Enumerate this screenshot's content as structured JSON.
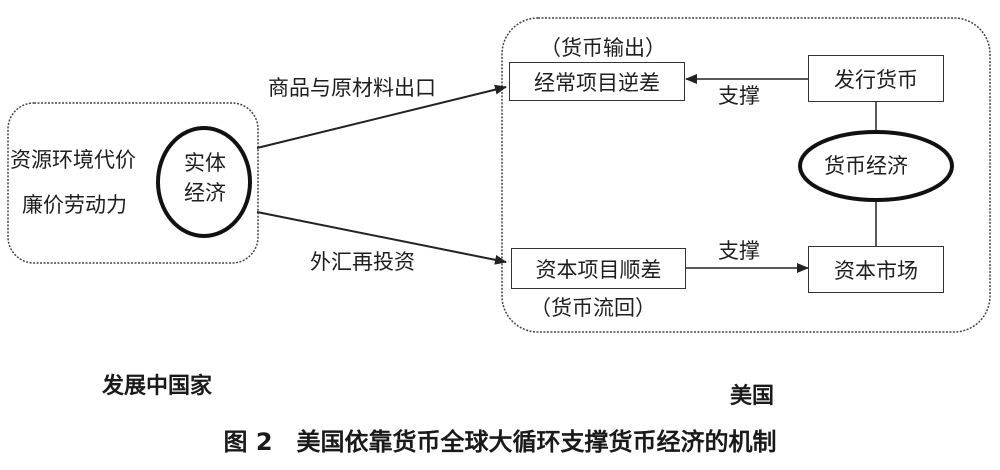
{
  "developing_country": {
    "label": "发展中国家",
    "factors": [
      "资源环境代价",
      "廉价劳动力"
    ],
    "core": [
      "实体",
      "经济"
    ]
  },
  "flows": {
    "export_label": "商品与原材料出口",
    "reinvest_label": "外汇再投资"
  },
  "usa": {
    "label": "美国",
    "current_account": {
      "note": "（货币输出）",
      "label": "经常项目逆差"
    },
    "capital_account": {
      "note": "（货币流回）",
      "label": "资本项目顺差"
    },
    "issue_currency": "发行货币",
    "capital_market": "资本市场",
    "core": "货币经济",
    "support_top": "支撑",
    "support_bottom": "支撑"
  },
  "caption": "图 2　美国依靠货币全球大循环支撑货币经济的机制",
  "colors": {
    "line": "#222222",
    "dashed_border": "#444444"
  }
}
